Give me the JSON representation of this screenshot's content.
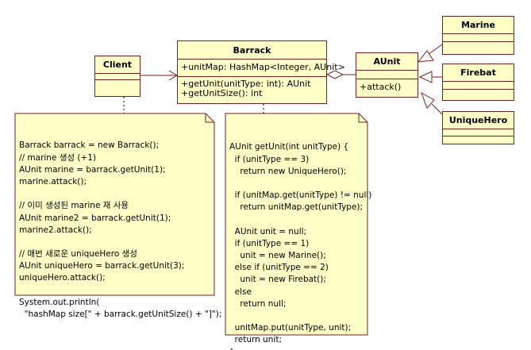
{
  "classes": {
    "barrack": {
      "name": "Barrack",
      "attributes": [
        "+unitMap: HashMap<Integer, AUnit>"
      ],
      "operations": [
        "+getUnit(unitType: int): AUnit",
        "+getUnitSize(): int"
      ]
    },
    "client": {
      "name": "Client"
    },
    "aunit": {
      "name": "AUnit",
      "operations": [
        "+attack()"
      ]
    },
    "marine": {
      "name": "Marine"
    },
    "firebat": {
      "name": "Firebat"
    },
    "unique_hero": {
      "name": "UniqueHero"
    }
  },
  "notes": {
    "client_code": [
      "Barrack barrack = new Barrack();",
      "// marine 생성 (+1)",
      "AUnit marine = barrack.getUnit(1);",
      "marine.attack();",
      "",
      "// 이미 생성된 marine 재 사용",
      "AUnit marine2 = barrack.getUnit(1);",
      "marine2.attack();",
      "",
      "// 매번 새로운 uniqueHero 생성",
      "AUnit uniqueHero = barrack.getUnit(3);",
      "uniqueHero.attack();",
      "",
      "System.out.println(",
      "  \"hashMap size[\" + barrack.getUnitSize() + \"]\");"
    ],
    "getunit_code": [
      "AUnit getUnit(int unitType) {",
      "  if (unitType == 3)",
      "    return new UniqueHero();",
      "",
      "  if (unitMap.get(unitType) != null)",
      "    return unitMap.get(unitType);",
      "",
      "  AUnit unit = null;",
      "  if (unitType == 1)",
      "    unit = new Marine();",
      "  else if (unitType == 2)",
      "    unit = new Firebat();",
      "  else",
      "    return null;",
      "",
      "  unitMap.put(unitType, unit);",
      "  return unit;",
      "}"
    ]
  },
  "colors": {
    "box_fill": "#ffffc8",
    "box_border": "#7a1f1f",
    "connector": "#7a1f1f"
  }
}
